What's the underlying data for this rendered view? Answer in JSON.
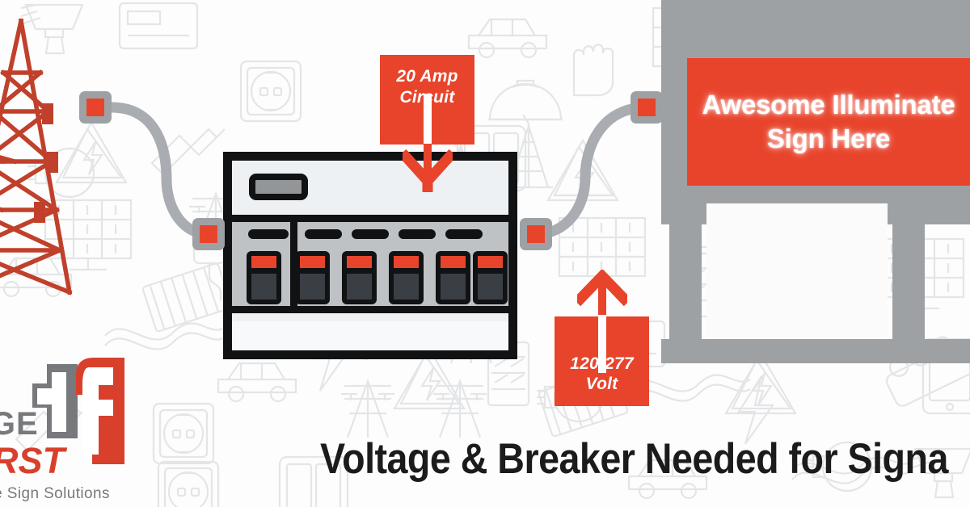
{
  "graphic": {
    "title": "Voltage & Breaker Needed for Signa",
    "background_description": "light gray electrical line-art icon pattern"
  },
  "callouts": [
    {
      "name": "amp-callout",
      "line1": "20 Amp",
      "line2": "Circuit",
      "arrow": "down-arrow-icon",
      "color": "#e8442c"
    },
    {
      "name": "volt-callout",
      "line1": "120-277",
      "line2": "Volt",
      "arrow": "up-arrow-icon",
      "color": "#e8442c"
    }
  ],
  "storefront": {
    "sign": {
      "line1": "Awesome Illuminate",
      "line2": "Sign Here",
      "color": "#e8442c"
    },
    "building_color": "#9ea1a4"
  },
  "panel": {
    "name": "breaker-panel",
    "indicator": "status-led",
    "breaker_count": 6,
    "breaker_tip_color": "#e8442c",
    "case_color": "#111213"
  },
  "tower": {
    "name": "transmission-tower",
    "color": "#c0402b"
  },
  "connectors": [
    {
      "name": "connector-top-left"
    },
    {
      "name": "connector-mid-left"
    },
    {
      "name": "connector-mid-right"
    },
    {
      "name": "connector-top-right"
    }
  ],
  "logo": {
    "word": "AGE",
    "first": "FIRST",
    "tagline": "eative Sign Solutions",
    "mark": "1f-monogram",
    "gray": "#77797c",
    "red": "#d8402b"
  },
  "colors": {
    "red": "#e8442c",
    "gray": "#9ea1a4",
    "dark": "#111213",
    "bg": "#fdfdfd"
  }
}
